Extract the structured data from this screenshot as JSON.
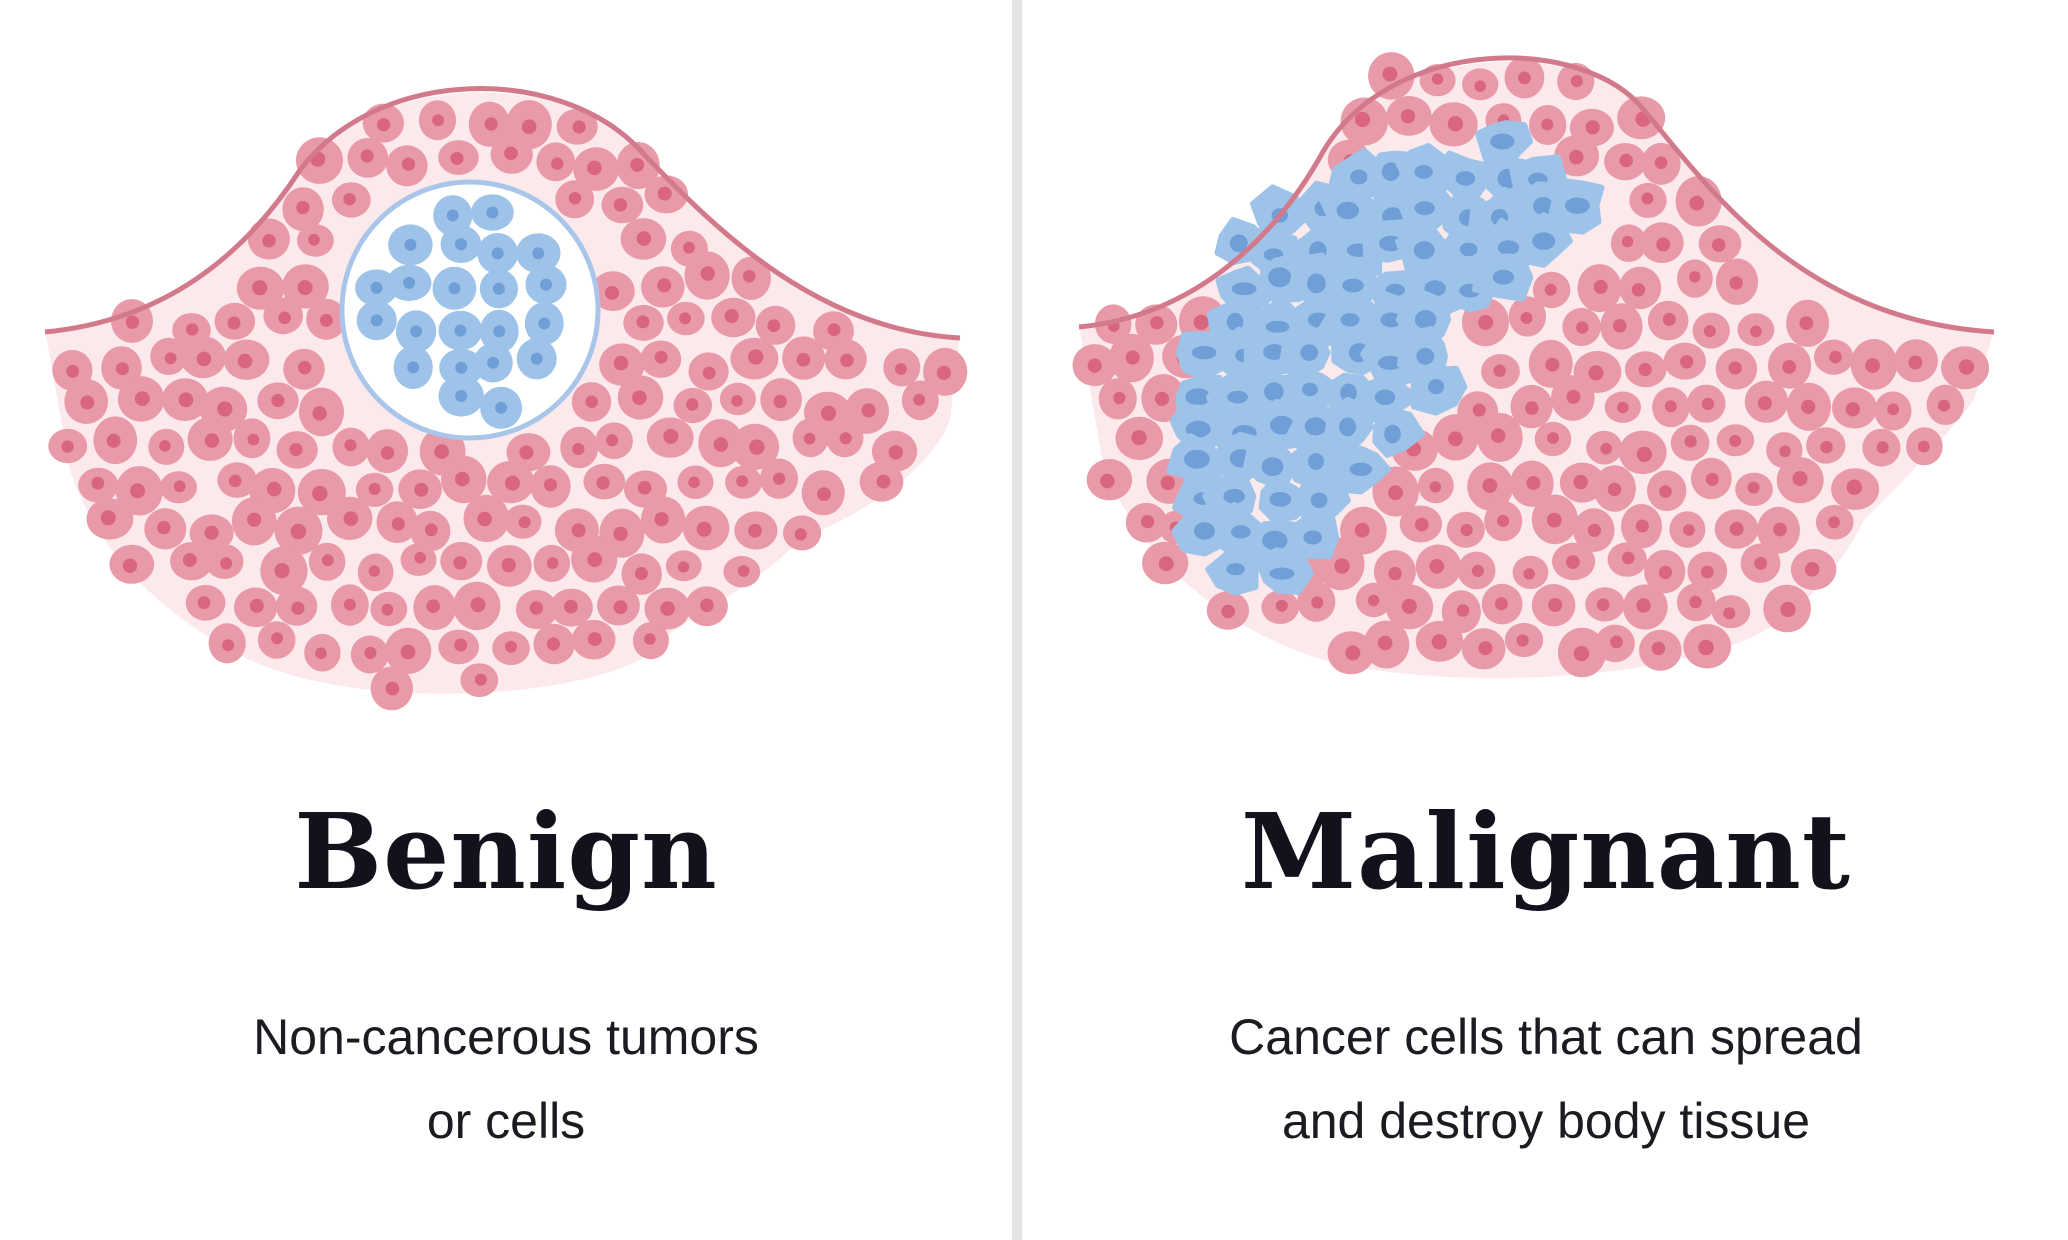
{
  "colors": {
    "healthy_cell": "#e89aa8",
    "healthy_nucleus": "#d9667e",
    "tissue_outline": "#d27a8c",
    "tissue_fill": "#fbe9ec",
    "tumor_cell": "#9ec3e9",
    "tumor_nucleus": "#6f9fd6",
    "capsule": "#a9c6ea",
    "title": "#12121c",
    "text": "#1b1b22",
    "divider": "#e4e4e6"
  },
  "benign": {
    "title": "Benign",
    "description_line1": "Non-cancerous tumors",
    "description_line2": "or cells"
  },
  "malignant": {
    "title": "Malignant",
    "description_line1": "Cancer cells that can spread",
    "description_line2": "and destroy body tissue"
  }
}
